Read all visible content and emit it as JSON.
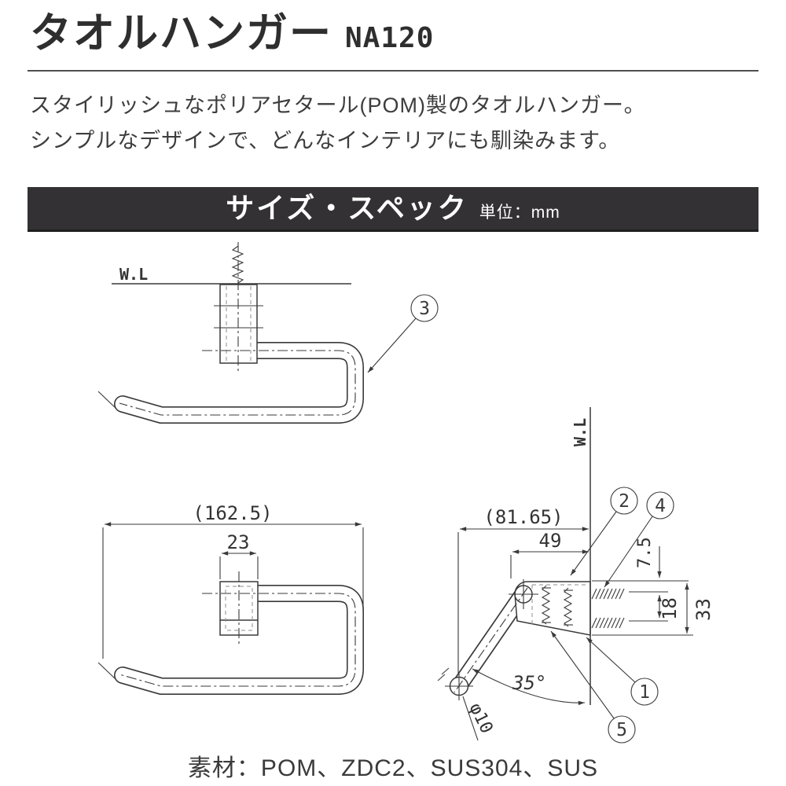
{
  "header": {
    "title": "タオルハンガー",
    "model": "NA120"
  },
  "description": {
    "line1": "スタイリッシュなポリアセタール(POM)製のタオルハンガー。",
    "line2": "シンプルなデザインで、どんなインテリアにも馴染みます。"
  },
  "banner": {
    "title": "サイズ・スペック",
    "unit_label": "単位：mm"
  },
  "drawing": {
    "side_view": {
      "wall_line_label": "W.L",
      "callout_3": "3"
    },
    "front_view": {
      "dim_overall_width": "(162.5)",
      "dim_bracket_width": "23"
    },
    "section_view": {
      "wall_line_label": "W.L",
      "dim_overall_depth": "(81.65)",
      "dim_bar_depth": "49",
      "dim_screw_offset": "7.5",
      "dim_screw_pitch": "18",
      "dim_bracket_height": "33",
      "dim_arm_angle": "35°",
      "dim_bar_diameter": "φ10",
      "callout_1": "1",
      "callout_2": "2",
      "callout_4": "4",
      "callout_5": "5"
    }
  },
  "footer": {
    "materials": "素材：POM、ZDC2、SUS304、SUS"
  },
  "colors": {
    "line": "#3a3a3a",
    "banner_bg": "#333134",
    "banner_text": "#ffffff",
    "body_text": "#3c3c3c"
  }
}
